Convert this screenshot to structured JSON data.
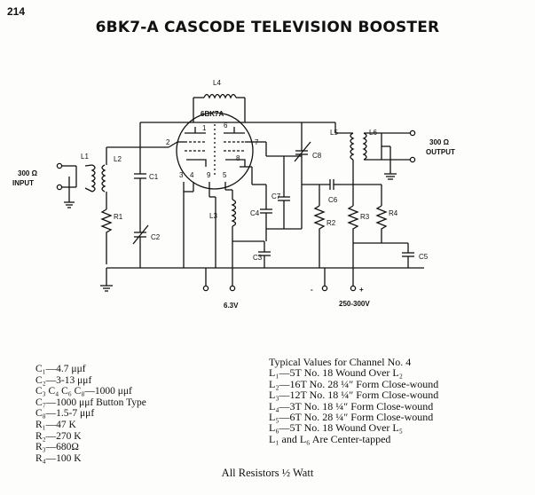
{
  "page_number": "214",
  "title": "6BK7-A CASCODE TELEVISION BOOSTER",
  "schematic": {
    "tube": "6BK7A",
    "input_label_value": "300 Ω",
    "input_label_word": "INPUT",
    "output_label_value": "300 Ω",
    "output_label_word": "OUTPUT",
    "supply_heater": "6.3V",
    "supply_plate": "250-300V",
    "minus": "-",
    "plus": "+",
    "labels": {
      "L1": "L1",
      "L2": "L2",
      "L3": "L3",
      "L4": "L4",
      "L5": "L5",
      "L6": "L6",
      "C1": "C1",
      "C2": "C2",
      "C3": "C3",
      "C4": "C4",
      "C5": "C5",
      "C6": "C6",
      "C7": "C7",
      "C8": "C8",
      "R1": "R1",
      "R2": "R2",
      "R3": "R3",
      "R4": "R4"
    },
    "pins": [
      "2",
      "3",
      "4",
      "9",
      "5",
      "8",
      "6",
      "7",
      "1"
    ]
  },
  "parts_list": [
    "C₁—4.7 μμf",
    "C₂—3-13 μμf",
    "C₃ C₄ C₆ C₈—1000 μμf",
    "C₇—1000 μμf Button Type",
    "C₈—1.5-7 μμf",
    "R₁—47 K",
    "R₂—270 K",
    "R₃—680Ω",
    "R₄—100 K"
  ],
  "coil_notes": {
    "heading": "Typical Values for Channel No. 4",
    "lines": [
      "L₁—5T No. 18 Wound Over L₂",
      "L₂—16T No. 28 ¼″ Form Close-wound",
      "L₃—12T No. 18 ¼″ Form Close-wound",
      "L₄—3T No. 18 ¼″ Form Close-wound",
      "L₅—6T No. 28 ¼″ Form Close-wound",
      "L₆—5T No. 18 Wound Over L₅",
      "L₁ and L₆ Are Center-tapped"
    ]
  },
  "footer": "All Resistors ½ Watt"
}
